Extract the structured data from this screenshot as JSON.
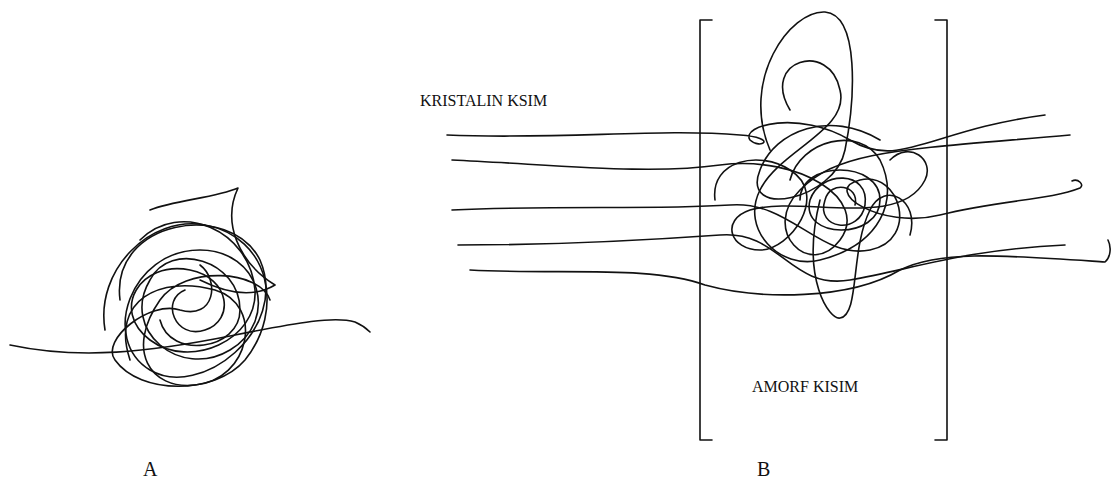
{
  "diagram": {
    "labels": [
      "KRISTALIN KSIM",
      "AMORF KISIM",
      "A",
      "B"
    ]
  }
}
